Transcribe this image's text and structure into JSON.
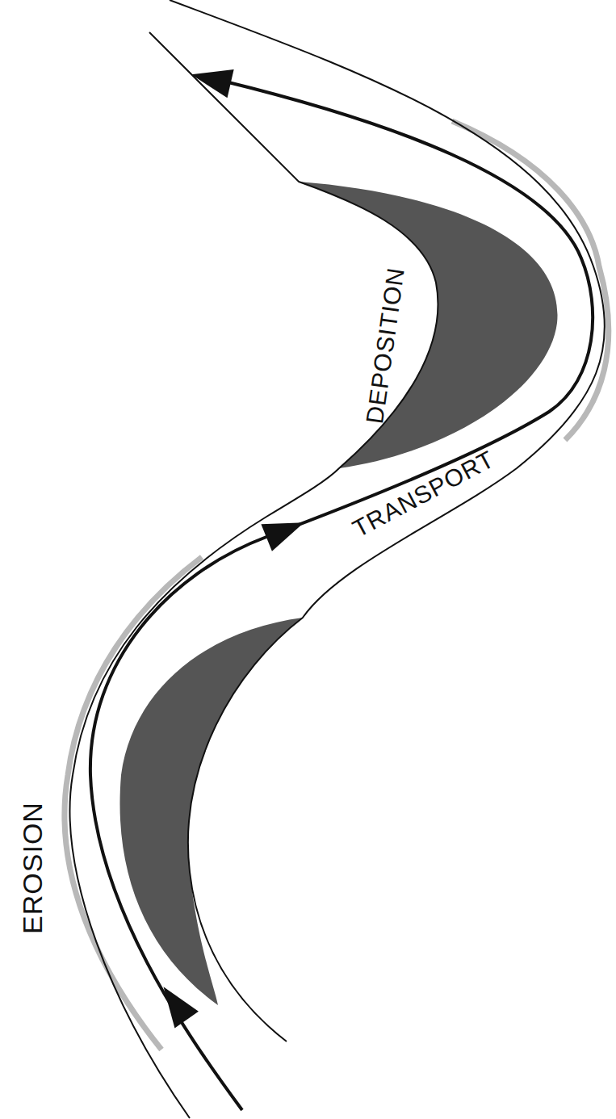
{
  "diagram": {
    "labels": [
      "EROSION",
      "TRANSPORT",
      "DEPOSITION"
    ]
  }
}
